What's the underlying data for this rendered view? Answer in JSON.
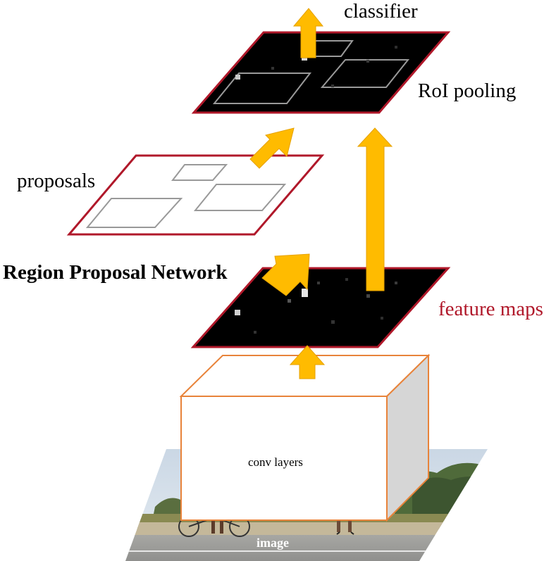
{
  "labels": {
    "classifier": "classifier",
    "roi_pooling": "RoI pooling",
    "proposals": "proposals",
    "rpn": "Region Proposal Network",
    "feature_maps": "feature maps",
    "conv_layers": "conv layers",
    "image": "image"
  },
  "colors": {
    "arrow": "#ffbb00",
    "plane_border": "#b0182a",
    "feature_map_fill": "#000000",
    "box_outline": "#999999",
    "conv_border": "#e8833a",
    "conv_side": "#d6d6d6",
    "feature_label": "#b0182a"
  }
}
